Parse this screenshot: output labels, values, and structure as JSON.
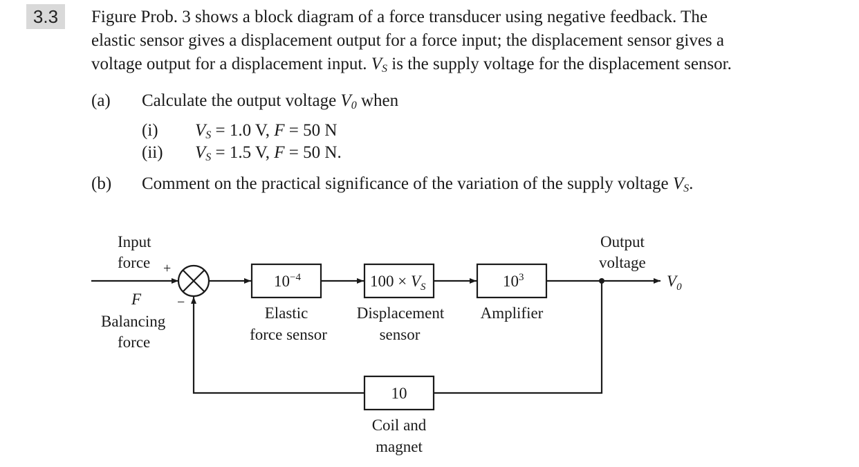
{
  "problem_number": "3.3",
  "intro": {
    "line1": "Figure Prob. 3 shows a block diagram of a force transducer using negative feedback. The",
    "line2": "elastic sensor gives a displacement output for a force input; the displacement sensor gives a",
    "line3_a": "voltage output for a displacement input. ",
    "line3_var": "V",
    "line3_sub": "S",
    "line3_b": " is the supply voltage for the displacement sensor."
  },
  "part_a": {
    "label": "(a)",
    "text_a": "Calculate the output voltage ",
    "var": "V",
    "sub": "0",
    "text_b": " when",
    "items": [
      {
        "label": "(i)",
        "var": "V",
        "sub": "S",
        "eq": " = 1.0 V, ",
        "fvar": "F",
        "rest": " = 50 N"
      },
      {
        "label": "(ii)",
        "var": "V",
        "sub": "S",
        "eq": " = 1.5 V, ",
        "fvar": "F",
        "rest": " = 50 N."
      }
    ]
  },
  "part_b": {
    "label": "(b)",
    "text": "Comment on the practical significance of the variation of the supply voltage ",
    "var": "V",
    "sub": "S",
    "end": "."
  },
  "diagram": {
    "input_label_1": "Input",
    "input_label_2": "force",
    "plus": "+",
    "minus": "−",
    "f_var": "F",
    "balancing_1": "Balancing",
    "balancing_2": "force",
    "block1_base": "10",
    "block1_exp": "−4",
    "block1_label_1": "Elastic",
    "block1_label_2": "force sensor",
    "block2_text": "100 × ",
    "block2_var": "V",
    "block2_sub": "S",
    "block2_label_1": "Displacement",
    "block2_label_2": "sensor",
    "block3_base": "10",
    "block3_exp": "3",
    "block3_label": "Amplifier",
    "output_label_1": "Output",
    "output_label_2": "voltage",
    "out_var": "V",
    "out_sub": "0",
    "feedback_value": "10",
    "feedback_label_1": "Coil and",
    "feedback_label_2": "magnet"
  }
}
